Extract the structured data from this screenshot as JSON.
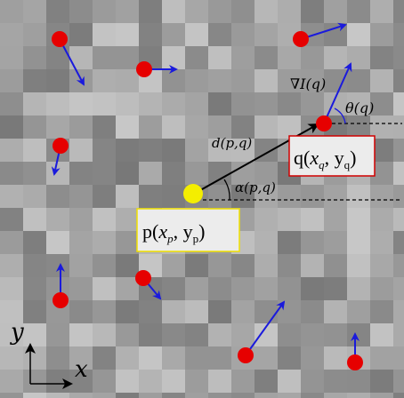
{
  "colors": {
    "keypoint_p": "#f4ee00",
    "keypoint_q": "#e30000",
    "red_point": "#e60000",
    "arrow_blue": "#1a1adc",
    "label_p_border": "#f0e000",
    "label_q_border": "#d00000",
    "label_bg": "#ececec"
  },
  "labels": {
    "p_box": "p(xₚ, yₚ)",
    "q_box": "q(x_q, y_q)",
    "distance": "d(p,q)",
    "alpha": "α(p,q)",
    "theta": "θ(q)",
    "gradient": "∇I(q)",
    "axis_x": "x",
    "axis_y": "y"
  },
  "label_parts": {
    "p_main": "p(",
    "p_x": "x",
    "p_x_sub": "p",
    "p_sep": ", y",
    "p_y_sub": "p",
    "p_close": ")",
    "q_main": "q(",
    "q_x": "x",
    "q_x_sub": "q",
    "q_sep": ", y",
    "q_y_sub": "q",
    "q_close": ")",
    "d_text": "d(p,q)",
    "alpha_text": "α(p,q)",
    "theta_text": "θ(q)",
    "grad_text": "∇I(q)"
  }
}
